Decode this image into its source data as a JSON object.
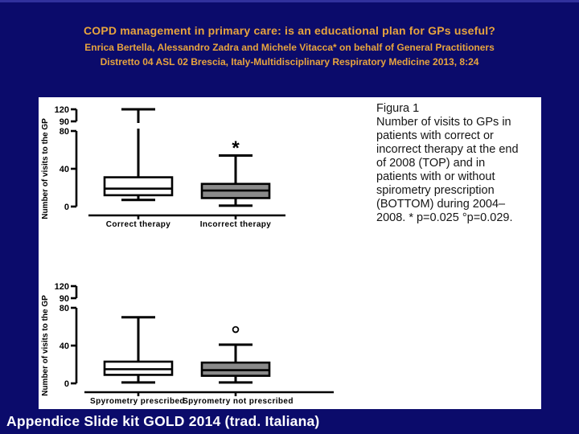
{
  "slide": {
    "title_line1": "COPD management in primary care: is an educational plan for GPs useful?",
    "title_line2": "Enrica Bertella, Alessandro Zadra and Michele Vitacca* on behalf of General Practitioners",
    "title_line3": "Distretto 04 ASL 02 Brescia, Italy-Multidisciplinary Respiratory Medicine 2013, 8:24",
    "footer": "Appendice Slide kit GOLD 2014 (trad. Italiana)",
    "colors": {
      "background": "#0b0b6b",
      "title_text": "#e7a43e",
      "panel": "#ffffff",
      "footer_text": "#ffffff",
      "chart_line": "#000000",
      "box_white": "#ffffff",
      "box_gray": "#8a8a8a"
    }
  },
  "figure_caption": {
    "text": "Figura 1\nNumber of visits to GPs in\npatients with correct or\nincorrect therapy at the end\nof 2008 (TOP) and in\npatients with or without\nspirometry prescription\n(BOTTOM) during 2004–\n2008. * p=0.025 °p=0.029."
  },
  "chart_data": [
    {
      "type": "boxplot",
      "position": "top",
      "title": "",
      "ylabel": "Number of visits to the GP",
      "y_axis": {
        "main_ticks": [
          0,
          40,
          80
        ],
        "break_ticks": [
          90,
          120
        ],
        "axis_break_between": [
          80,
          90
        ],
        "ylim_main": [
          0,
          80
        ],
        "ylim_break": [
          90,
          120
        ]
      },
      "categories": [
        "Correct therapy",
        "Incorrect therapy"
      ],
      "series": [
        {
          "name": "Correct therapy",
          "box_fill": "#ffffff",
          "min": 7,
          "q1": 12,
          "median": 19,
          "q3": 31,
          "max": 120,
          "annotation": "",
          "annotation_value": null
        },
        {
          "name": "Incorrect therapy",
          "box_fill": "#8a8a8a",
          "min": 1,
          "q1": 9,
          "median": 17,
          "q3": 24,
          "max": 54,
          "annotation": "*",
          "annotation_value": 68
        }
      ]
    },
    {
      "type": "boxplot",
      "position": "bottom",
      "title": "",
      "ylabel": "Number of visits to the GP",
      "y_axis": {
        "main_ticks": [
          0,
          40,
          80
        ],
        "break_ticks": [
          90,
          120
        ],
        "axis_break_between": [
          80,
          90
        ],
        "ylim_main": [
          0,
          80
        ],
        "ylim_break": [
          90,
          120
        ]
      },
      "categories": [
        "Spyrometry prescribed",
        "Spyrometry not prescribed"
      ],
      "series": [
        {
          "name": "Spyrometry prescribed",
          "box_fill": "#ffffff",
          "min": 1,
          "q1": 9,
          "median": 15,
          "q3": 23,
          "max": 70,
          "annotation": "",
          "annotation_value": null
        },
        {
          "name": "Spyrometry not prescribed",
          "box_fill": "#8a8a8a",
          "min": 1,
          "q1": 8,
          "median": 14,
          "q3": 22,
          "max": 41,
          "annotation": "°",
          "annotation_value": 57
        }
      ]
    }
  ]
}
